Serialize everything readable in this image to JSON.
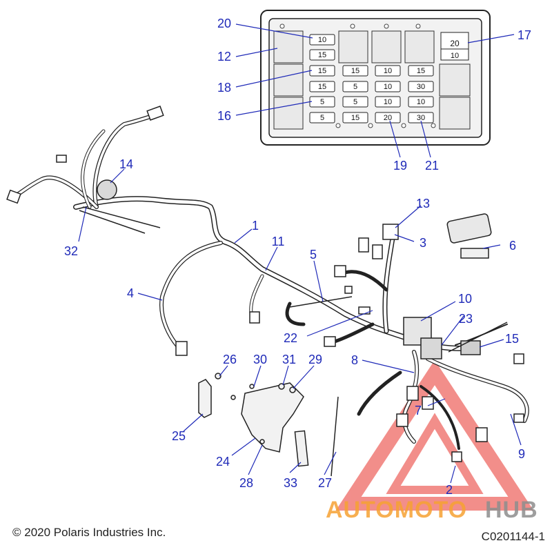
{
  "fuse_box": {
    "col1": [
      "10",
      "15",
      "15",
      "15",
      "5",
      "5"
    ],
    "col2": [
      "15",
      "5",
      "5",
      "15"
    ],
    "col3": [
      "10",
      "10",
      "10",
      "20"
    ],
    "col4": [
      "15",
      "30",
      "10",
      "30"
    ],
    "top_right": [
      "20",
      "10"
    ]
  },
  "callouts": {
    "c1": "1",
    "c2": "2",
    "c3": "3",
    "c4": "4",
    "c5": "5",
    "c6": "6",
    "c7": "7",
    "c8": "8",
    "c9": "9",
    "c10": "10",
    "c11": "11",
    "c12": "12",
    "c13": "13",
    "c14": "14",
    "c15": "15",
    "c16": "16",
    "c17": "17",
    "c18": "18",
    "c19": "19",
    "c20": "20",
    "c21": "21",
    "c22": "22",
    "c23": "23",
    "c24": "24",
    "c25": "25",
    "c26": "26",
    "c27": "27",
    "c28": "28",
    "c29": "29",
    "c30": "30",
    "c31": "31",
    "c32": "32",
    "c33": "33"
  },
  "watermark": {
    "part1": "AUTOMOTO",
    "part2": "HUB"
  },
  "footer": {
    "copyright": "© 2020 Polaris Industries Inc.",
    "code": "C0201144-1"
  },
  "colors": {
    "callout": "#1f2ab8",
    "watermark_red": "#e8322b",
    "watermark_orange": "#f6a233",
    "watermark_gray": "#8e8e8e"
  }
}
